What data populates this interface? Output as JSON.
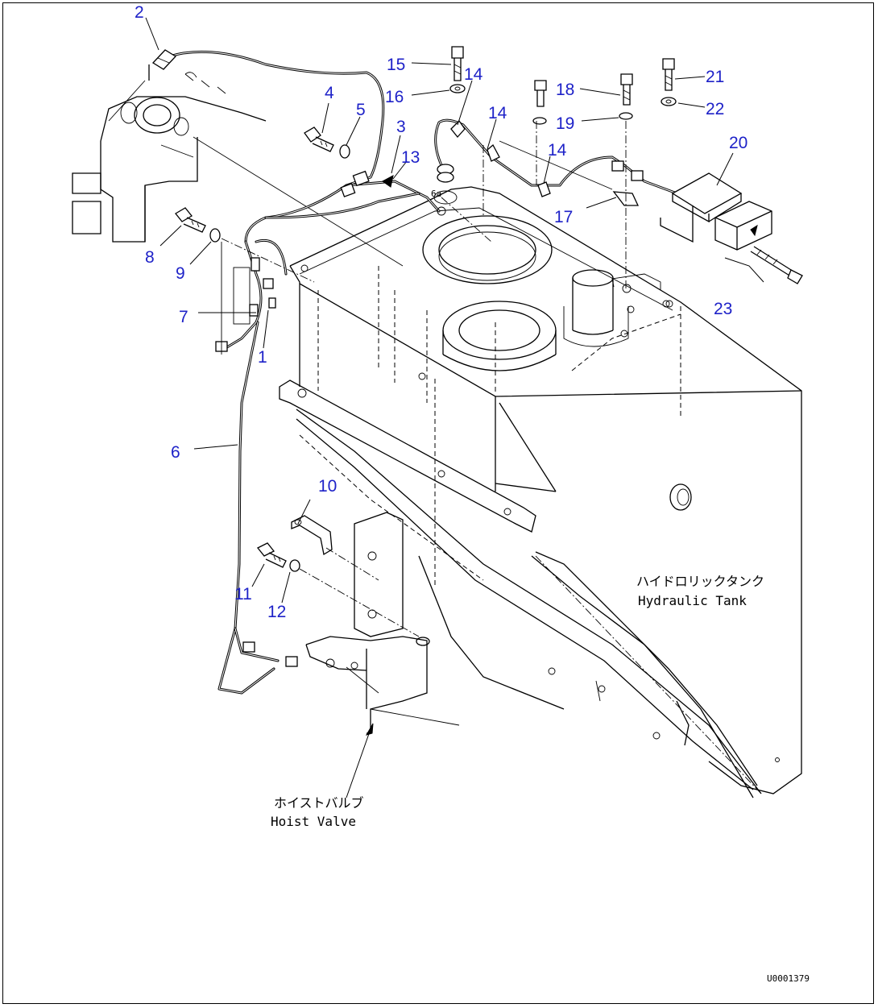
{
  "callouts": [
    "1",
    "2",
    "3",
    "4",
    "5",
    "6",
    "7",
    "8",
    "9",
    "10",
    "11",
    "12",
    "13",
    "14",
    "14",
    "14",
    "15",
    "16",
    "17",
    "18",
    "19",
    "20",
    "21",
    "22",
    "23"
  ],
  "labels": {
    "tank_jp": "ハイドロリックタンク",
    "tank_en": "Hydraulic Tank",
    "hoist_jp": "ホイストバルブ",
    "hoist_en": "Hoist Valve",
    "drawing_code": "U0001379"
  },
  "colors": {
    "callout": "#1e22c8",
    "line": "#000000",
    "background": "#ffffff"
  }
}
